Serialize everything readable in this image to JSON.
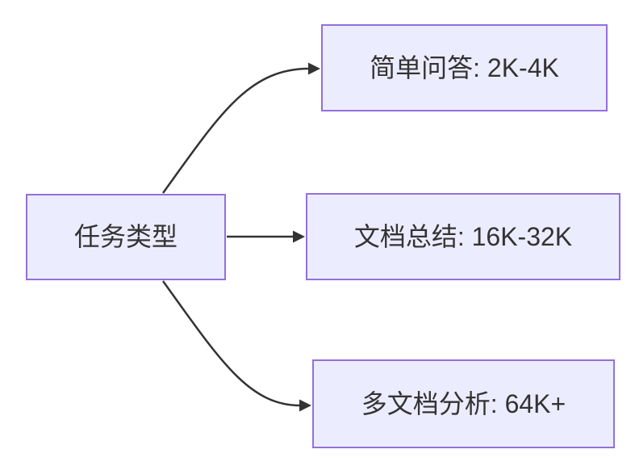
{
  "diagram": {
    "type": "flowchart-left-to-right",
    "root": {
      "label": "任务类型"
    },
    "branches": [
      {
        "label": "简单问答: 2K-4K"
      },
      {
        "label": "文档总结: 16K-32K"
      },
      {
        "label": "多文档分析: 64K+"
      }
    ],
    "colors": {
      "node_fill": "#ECECFF",
      "node_border": "#9370DB",
      "text": "#333333",
      "edge": "#333333",
      "background": "#FFFFFF"
    }
  }
}
